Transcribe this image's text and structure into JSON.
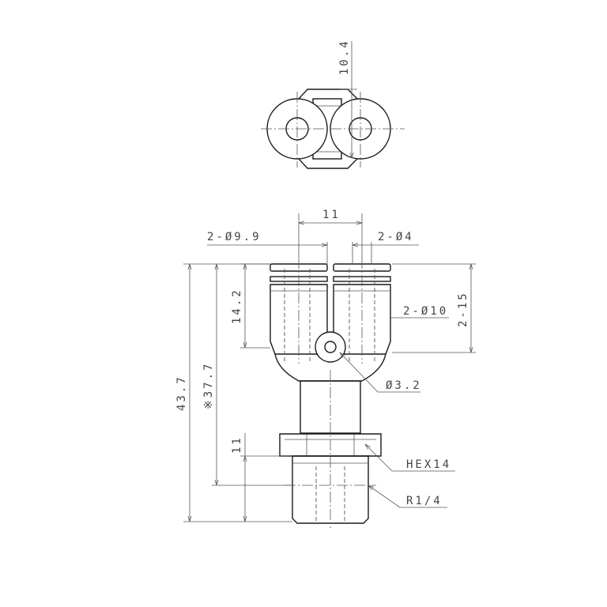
{
  "drawing": {
    "dimensions": {
      "top_offset": "10.4",
      "pitch": "11",
      "tube_od": "2-Ø9.9",
      "tube_id": "2-Ø4",
      "body_dia": "2-Ø10",
      "insert_depth": "2-15",
      "overall_height": "43.7",
      "effective_height": "※37.7",
      "socket_length": "14.2",
      "mount_hole": "Ø3.2",
      "hex": "HEX14",
      "thread": "R1/4",
      "thread_length": "11"
    }
  }
}
